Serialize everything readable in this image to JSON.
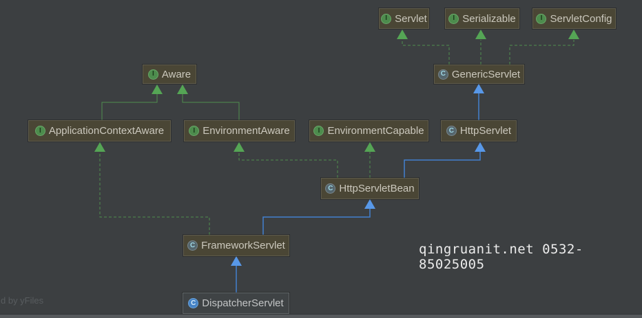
{
  "diagram": {
    "icons": {
      "interface_glyph": "I",
      "class_glyph": "C"
    },
    "nodes": [
      {
        "id": "servlet",
        "label": "Servlet",
        "kind": "interface"
      },
      {
        "id": "serializable",
        "label": "Serializable",
        "kind": "interface"
      },
      {
        "id": "servlet-config",
        "label": "ServletConfig",
        "kind": "interface"
      },
      {
        "id": "aware",
        "label": "Aware",
        "kind": "interface"
      },
      {
        "id": "generic-servlet",
        "label": "GenericServlet",
        "kind": "class"
      },
      {
        "id": "application-context-aware",
        "label": "ApplicationContextAware",
        "kind": "interface"
      },
      {
        "id": "environment-aware",
        "label": "EnvironmentAware",
        "kind": "interface"
      },
      {
        "id": "environment-capable",
        "label": "EnvironmentCapable",
        "kind": "interface"
      },
      {
        "id": "http-servlet",
        "label": "HttpServlet",
        "kind": "class"
      },
      {
        "id": "http-servlet-bean",
        "label": "HttpServletBean",
        "kind": "class"
      },
      {
        "id": "framework-servlet",
        "label": "FrameworkServlet",
        "kind": "class"
      },
      {
        "id": "dispatcher-servlet",
        "label": "DispatcherServlet",
        "kind": "class"
      }
    ],
    "edges": [
      {
        "from": "GenericServlet",
        "to": "Servlet",
        "relation": "implements"
      },
      {
        "from": "GenericServlet",
        "to": "Serializable",
        "relation": "implements"
      },
      {
        "from": "GenericServlet",
        "to": "ServletConfig",
        "relation": "implements"
      },
      {
        "from": "ApplicationContextAware",
        "to": "Aware",
        "relation": "extends"
      },
      {
        "from": "EnvironmentAware",
        "to": "Aware",
        "relation": "extends"
      },
      {
        "from": "HttpServlet",
        "to": "GenericServlet",
        "relation": "extends"
      },
      {
        "from": "HttpServletBean",
        "to": "EnvironmentAware",
        "relation": "implements"
      },
      {
        "from": "HttpServletBean",
        "to": "EnvironmentCapable",
        "relation": "implements"
      },
      {
        "from": "HttpServletBean",
        "to": "HttpServlet",
        "relation": "extends"
      },
      {
        "from": "FrameworkServlet",
        "to": "ApplicationContextAware",
        "relation": "implements"
      },
      {
        "from": "FrameworkServlet",
        "to": "HttpServletBean",
        "relation": "extends"
      },
      {
        "from": "DispatcherServlet",
        "to": "FrameworkServlet",
        "relation": "extends"
      }
    ],
    "colors": {
      "background": "#3c3f41",
      "node_fill": "#4a4635",
      "node_border": "#5f5b4b",
      "selected_node_fill": "#3f4345",
      "implements_edge_green": "#4f8f4f",
      "extends_edge_blue": "#4380d0",
      "interface_icon_green": "#4d8c4d",
      "class_icon_teal": "#55666d",
      "main_class_icon_blue": "#4683c6"
    }
  },
  "watermark": {
    "text": "qingruanit.net 0532-85025005"
  },
  "attribution": {
    "text": "d by yFiles"
  }
}
